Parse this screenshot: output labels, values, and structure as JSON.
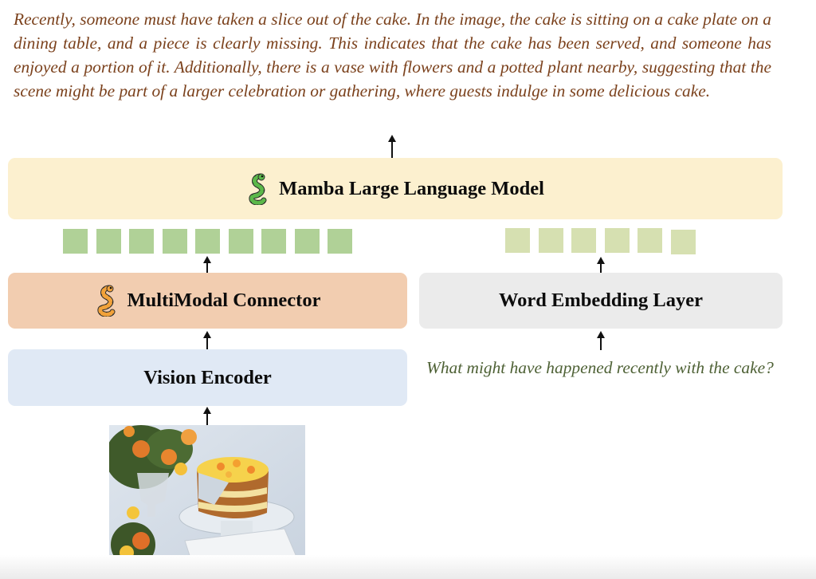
{
  "output": {
    "text": "Recently, someone must have taken a slice out of the cake. In the image, the cake is sitting on a cake plate on a dining table, and a piece is clearly missing. This indicates that the cake has been served, and someone has enjoyed a portion of it. Additionally, there is a vase with flowers and a potted plant nearby, suggesting that the scene might be part of a larger celebration or gathering, where guests indulge in some delicious cake.",
    "color": "#7b411c"
  },
  "llm": {
    "label": "Mamba Large Language Model",
    "icon": "snake-icon-green",
    "color": "#fcf0cf"
  },
  "visual_tokens": {
    "count": 9,
    "color": "#b0d197"
  },
  "text_tokens": {
    "count": 6,
    "color": "#d6e0b1"
  },
  "connector": {
    "label": "MultiModal Connector",
    "icon": "snake-icon-orange",
    "color": "#f2cdb0"
  },
  "embedding": {
    "label": "Word Embedding Layer",
    "color": "#ebebeb"
  },
  "vision": {
    "label": "Vision Encoder",
    "color": "#e0e9f5"
  },
  "question": {
    "text": "What might have happened recently with the cake?",
    "color": "#4e6135"
  },
  "input_image": {
    "description": "Layered cake with a slice missing on a glass cake stand, orange and yellow roses in a vase"
  }
}
